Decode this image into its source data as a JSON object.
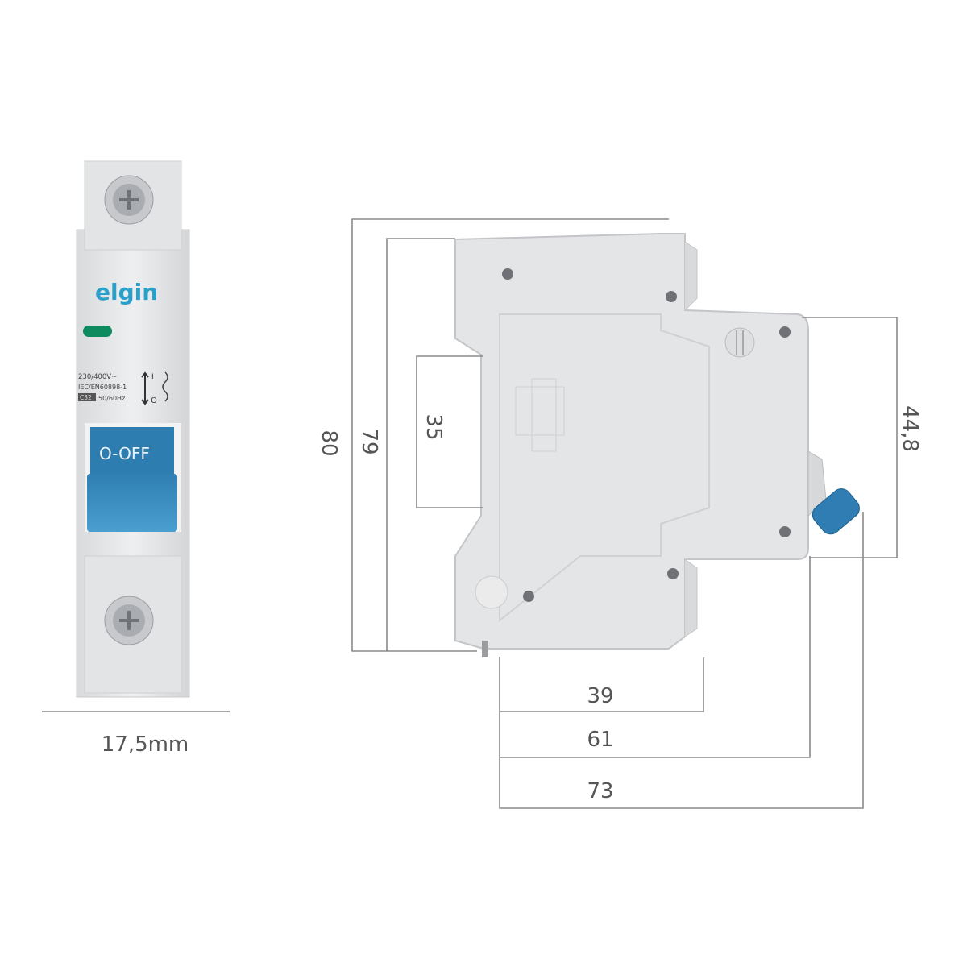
{
  "front_view": {
    "brand": "elgin",
    "rating_line1": "230/400V~",
    "rating_line2": "IEC/EN60898-1",
    "rating_code": "C32",
    "frequency": "50/60Hz",
    "symbol_on": "I",
    "symbol_off": "O",
    "switch_label": "O-OFF",
    "width_label": "17,5mm",
    "colors": {
      "body": "#e6e7e9",
      "toggle": "#3a8fc4",
      "brand": "#2aa0c8",
      "indicator": "#0e8a5f"
    }
  },
  "side_view": {
    "dimensions": {
      "total_height": "80",
      "body_height": "79",
      "rail_clip": "35",
      "front_height": "44,8",
      "depth_body": "39",
      "depth_front": "61",
      "depth_total": "73"
    }
  }
}
